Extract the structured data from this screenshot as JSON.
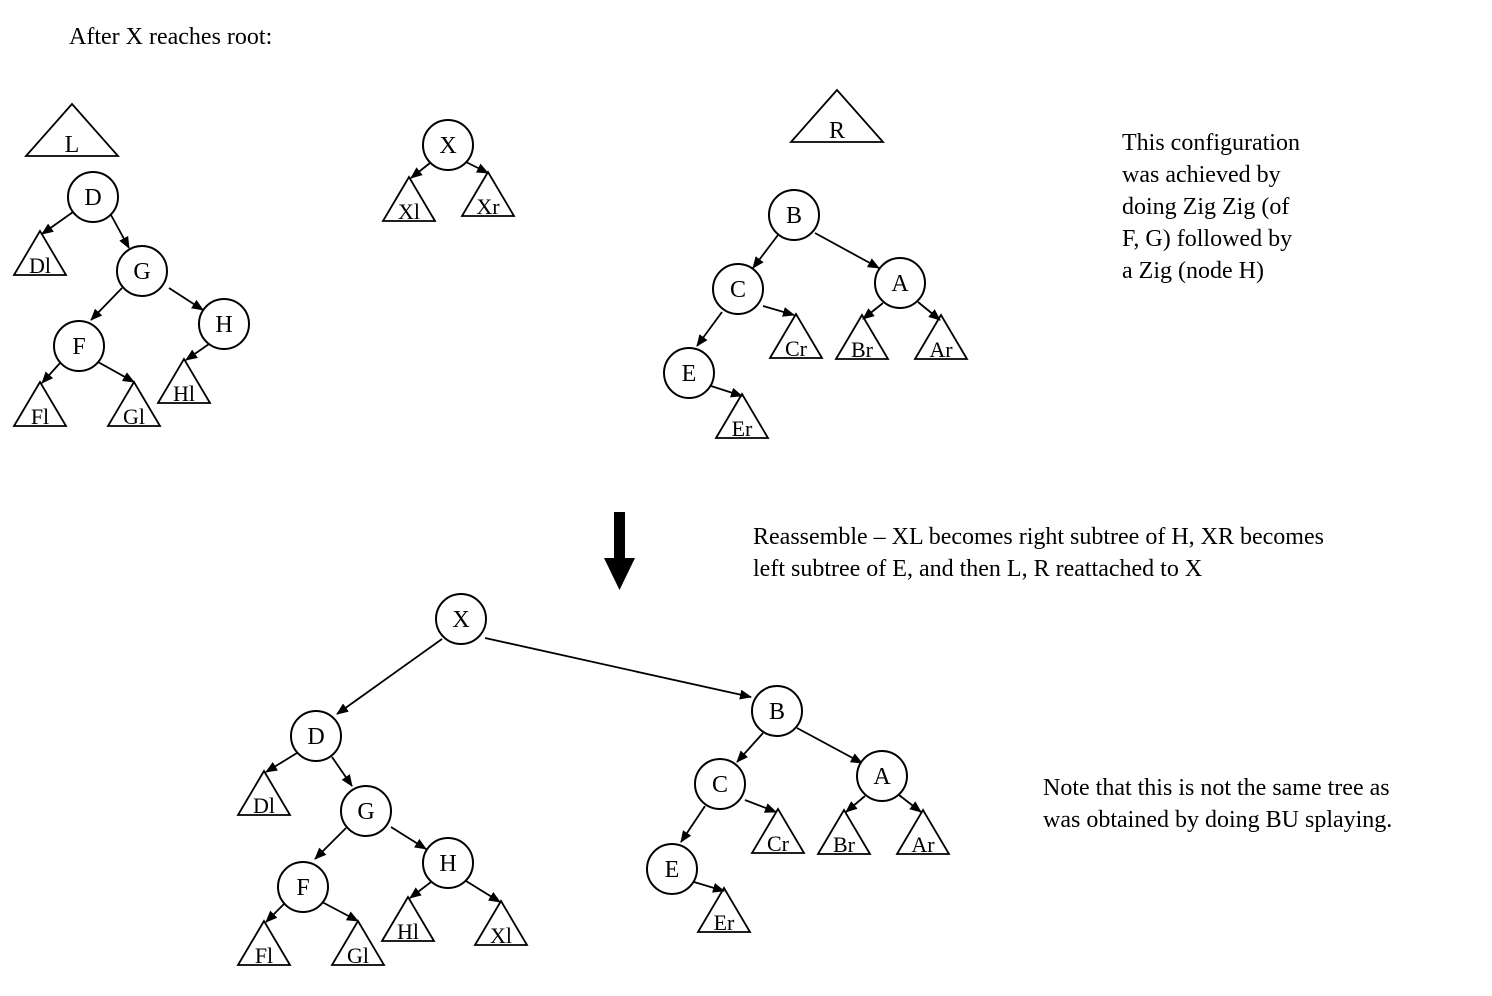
{
  "text": {
    "heading": "After X reaches root:",
    "config_note": "This configuration\nwas achieved by\ndoing Zig Zig (of\nF, G)  followed by\na Zig (node H)",
    "reassemble_note": "Reassemble – XL becomes right subtree of H, XR becomes\nleft subtree of E, and then L, R reattached to X",
    "compare_note": "Note that this is not the same tree as\nwas obtained by doing BU splaying."
  },
  "colors": {
    "stroke": "#000000",
    "background": "#ffffff"
  },
  "top_section": {
    "L_tree": {
      "label": "L",
      "nodes": [
        "D",
        "G",
        "F",
        "H"
      ],
      "subtrees": [
        "Dl",
        "Fl",
        "Gl",
        "Hl"
      ]
    },
    "middle_tree": {
      "nodes": [
        "X"
      ],
      "subtrees": [
        "Xl",
        "Xr"
      ]
    },
    "R_tree": {
      "label": "R",
      "nodes": [
        "B",
        "C",
        "A",
        "E"
      ],
      "subtrees": [
        "Cr",
        "Br",
        "Ar",
        "Er"
      ]
    }
  },
  "bottom_section": {
    "nodes": [
      "X",
      "D",
      "G",
      "F",
      "H",
      "B",
      "C",
      "A",
      "E"
    ],
    "subtrees": [
      "Dl",
      "Fl",
      "Gl",
      "Hl",
      "Xl",
      "Cr",
      "Br",
      "Ar",
      "Er"
    ]
  }
}
